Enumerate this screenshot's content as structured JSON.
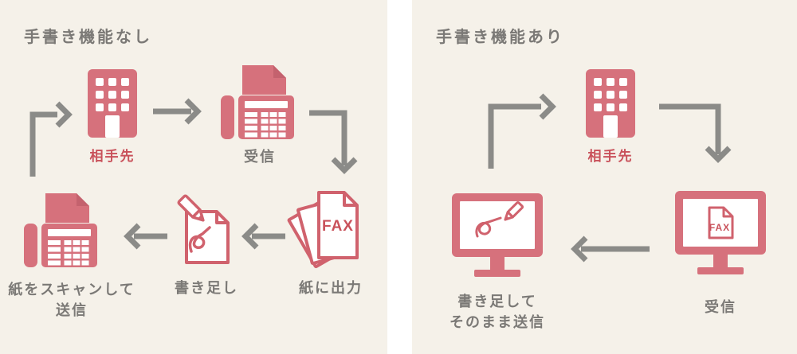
{
  "colors": {
    "panel_bg": "#f5f1e9",
    "gap_bg": "#ffffff",
    "icon_red": "#d6717c",
    "outline_red": "#d0626d",
    "deep_red": "#c4626e",
    "label_red": "#c9525b",
    "arrow_gray": "#8b8b88",
    "text_gray": "#7b7976"
  },
  "left_panel": {
    "title": "手書き機能なし",
    "nodes": {
      "building": {
        "label": "相手先"
      },
      "fax_receive": {
        "label": "受信"
      },
      "paper_output": {
        "label": "紙に出力",
        "fax_text": "FAX"
      },
      "annotate": {
        "label": "書き足し"
      },
      "fax_send": {
        "label_line1": "紙をスキャンして",
        "label_line2": "送信"
      }
    }
  },
  "right_panel": {
    "title": "手書き機能あり",
    "nodes": {
      "building": {
        "label": "相手先"
      },
      "monitor_receive": {
        "label": "受信",
        "fax_text": "FAX"
      },
      "monitor_send": {
        "label_line1": "書き足して",
        "label_line2": "そのまま送信"
      }
    }
  }
}
